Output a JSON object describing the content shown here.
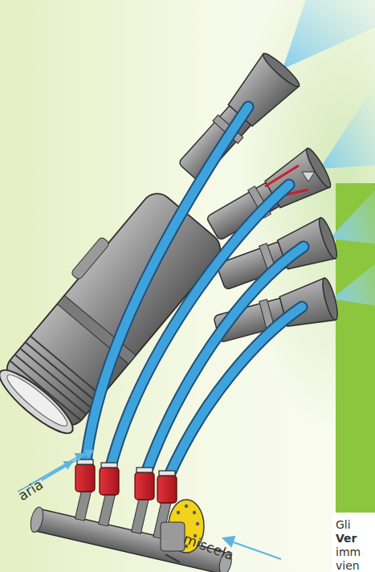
{
  "diagram": {
    "labels": [
      "aria",
      "miscela",
      "Gli",
      "Ver",
      "imm",
      "vien"
    ]
  }
}
